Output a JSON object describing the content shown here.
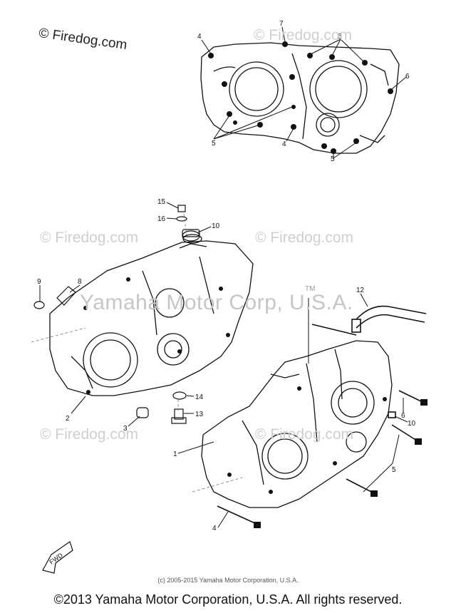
{
  "watermarks": {
    "top": "© Firedog.com",
    "repeat": "© Firedog.com",
    "center": "Yamaha Motor Corp, U.S.A.",
    "trademark": "TM"
  },
  "small_copyright": "(c) 2005-2015 Yamaha Motor Corporation, U.S.A.",
  "footer": "©2013 Yamaha Motor Corporation, U.S.A. All rights reserved.",
  "fwd_label": "FWD",
  "callouts": [
    "1",
    "2",
    "3",
    "4",
    "5",
    "6",
    "7",
    "8",
    "9",
    "10",
    "12",
    "13",
    "14",
    "15",
    "16"
  ],
  "colors": {
    "line": "#111111",
    "watermark": "#cfcfcf"
  }
}
